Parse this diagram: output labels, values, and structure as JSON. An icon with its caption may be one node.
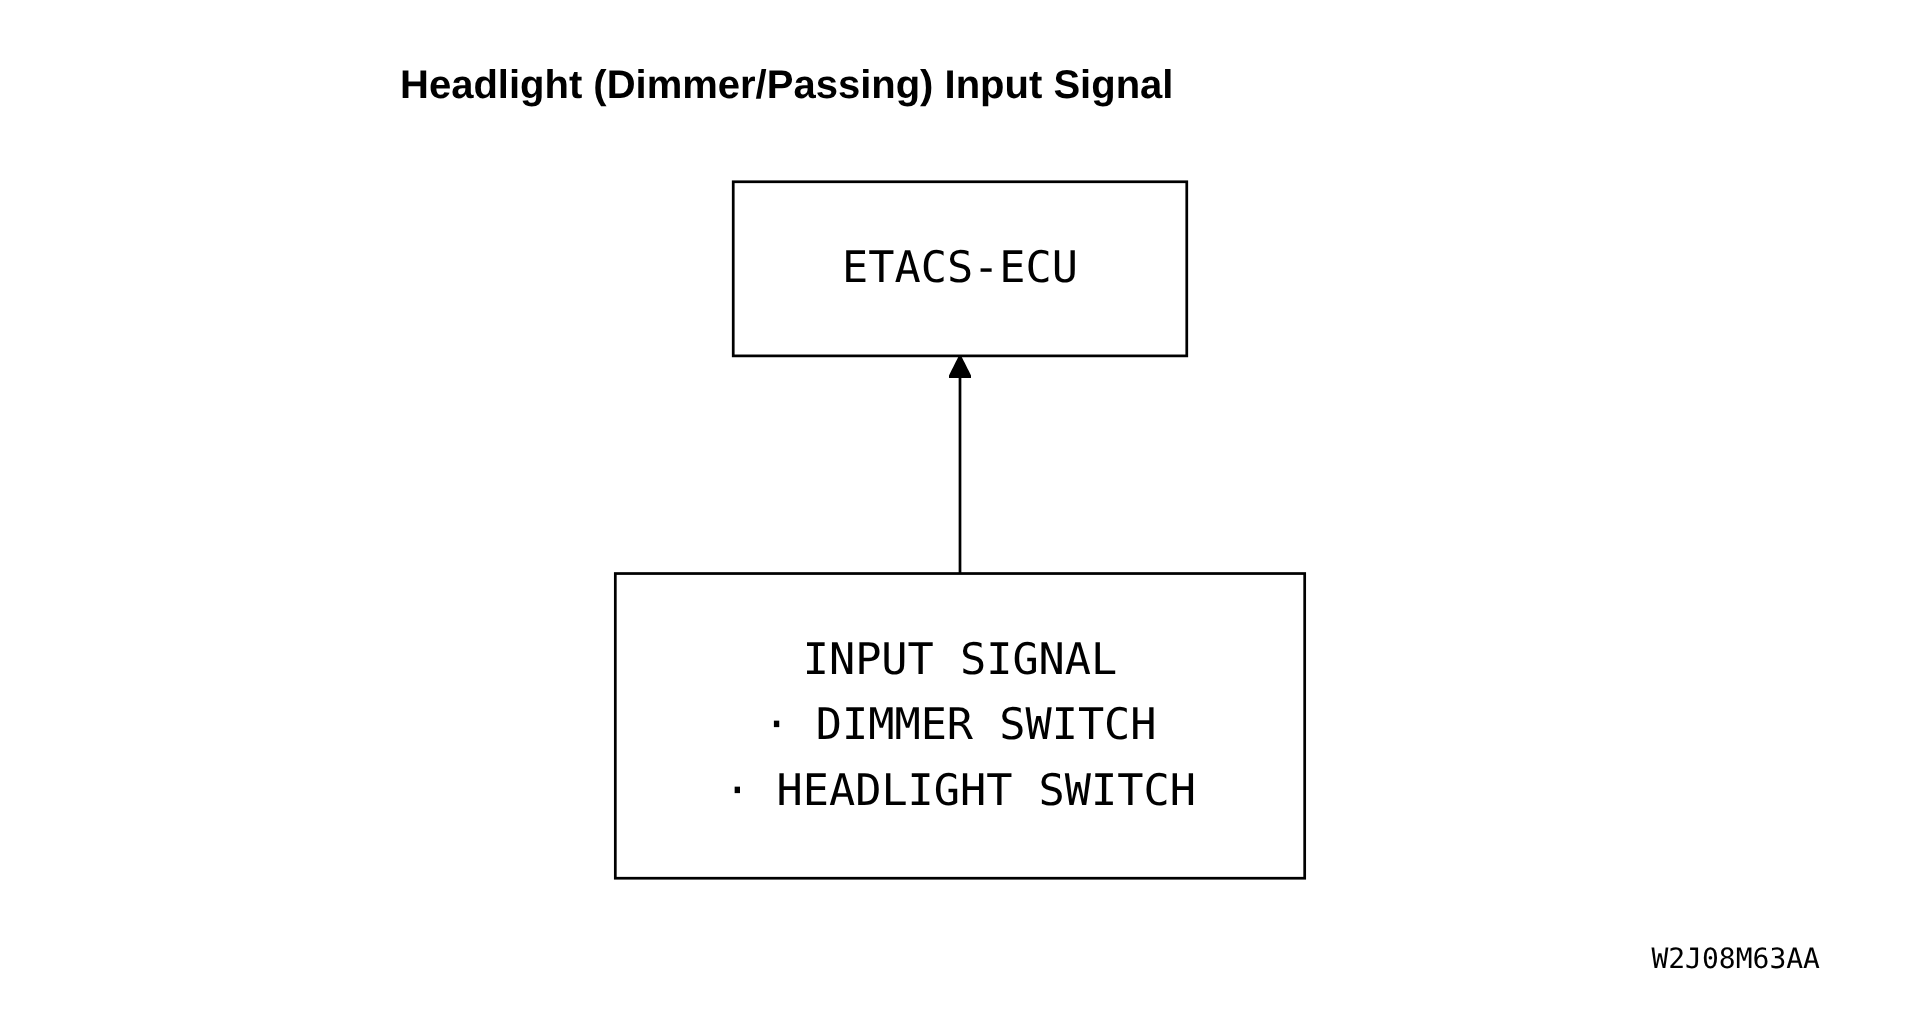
{
  "diagram": {
    "title": "Headlight (Dimmer/Passing) Input Signal",
    "nodes": [
      {
        "text": [
          "ETACS-ECU"
        ]
      },
      {
        "text": [
          "INPUT SIGNAL",
          "· DIMMER SWITCH",
          "· HEADLIGHT SWITCH"
        ]
      }
    ],
    "edges": [
      {
        "from": 1,
        "to": 0,
        "arrow": "to"
      }
    ],
    "labels": [
      "W2J08M63AA"
    ]
  }
}
